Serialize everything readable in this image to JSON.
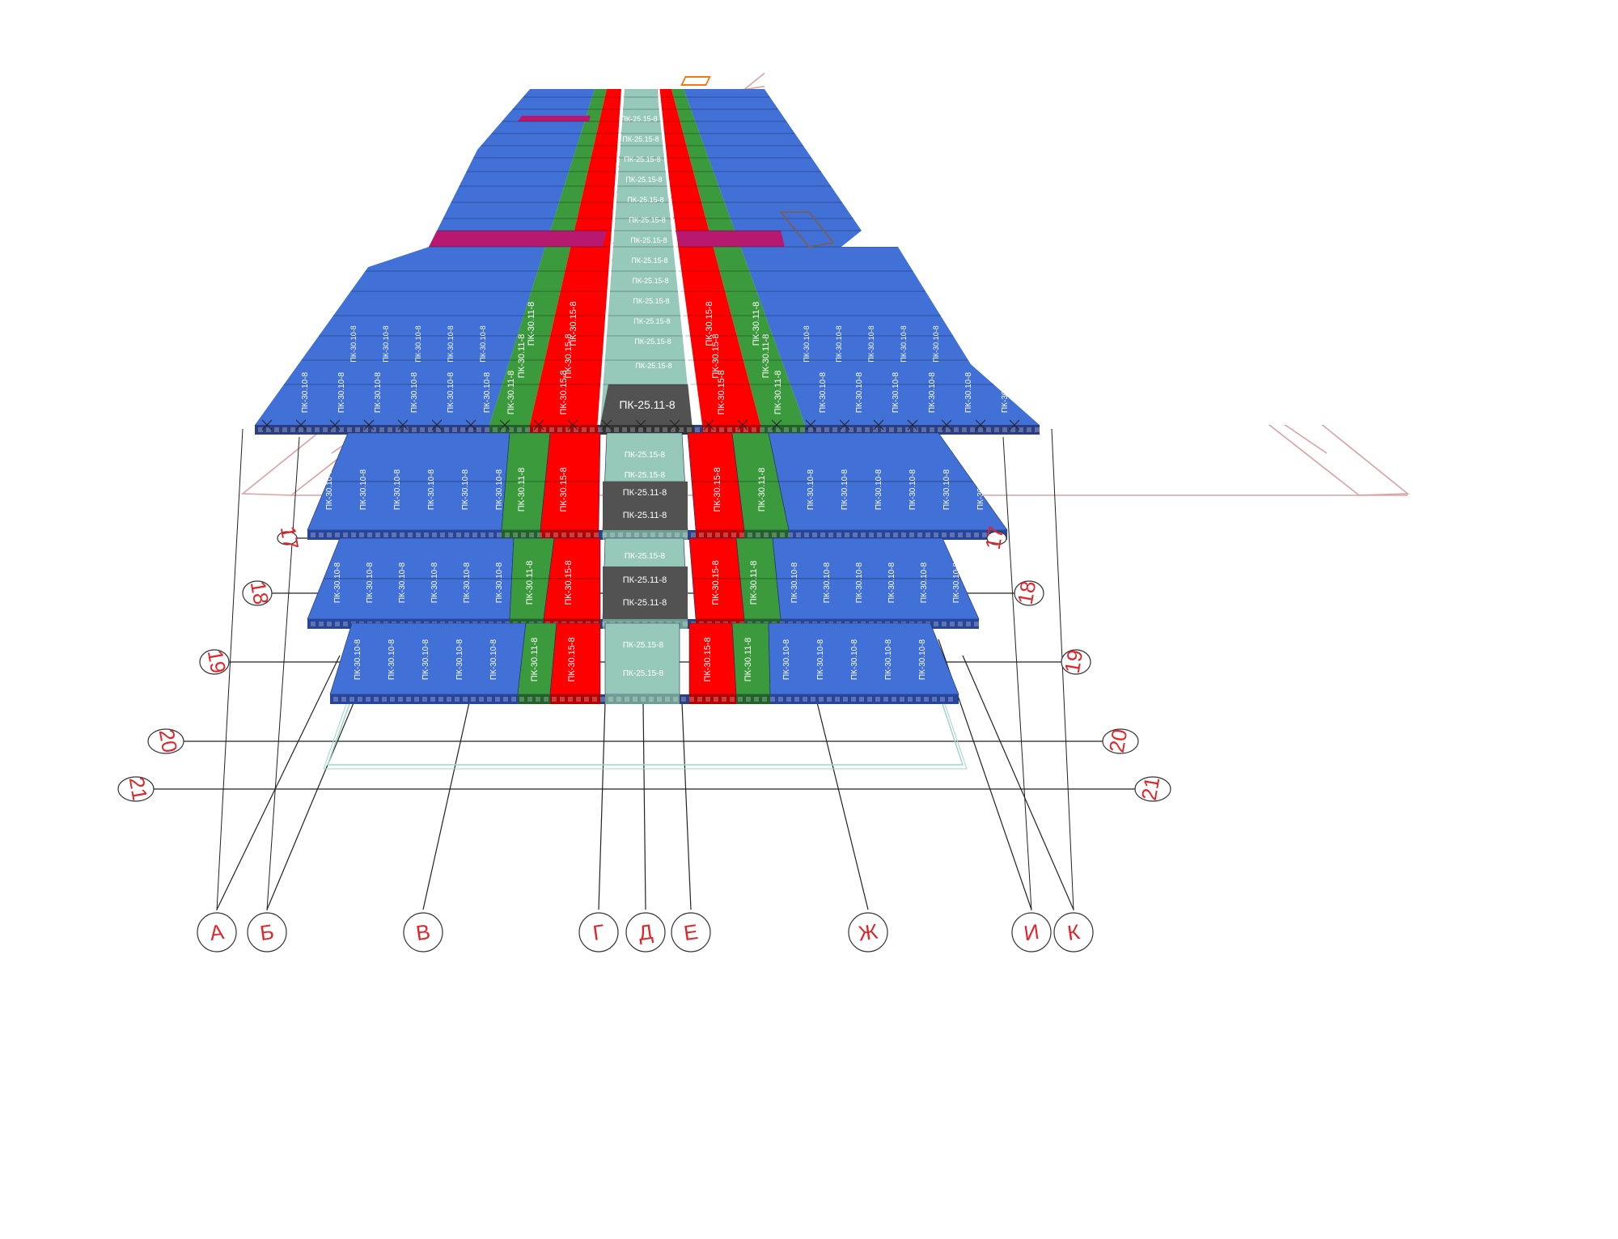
{
  "colors": {
    "blue": "#4170d6",
    "blue_dark": "#27459a",
    "red": "#ff0000",
    "red_dark": "#b30000",
    "green": "#3a9a3c",
    "green_dark": "#21612a",
    "teal": "#97c9bb",
    "gray": "#525252",
    "magenta": "#b81870",
    "bubble_text": "#e1262b",
    "roof_line": "#d9a3a3",
    "orange": "#f07a10"
  },
  "axes": {
    "letters": [
      {
        "label": "А"
      },
      {
        "label": "Б"
      },
      {
        "label": "В"
      },
      {
        "label": "Г"
      },
      {
        "label": "Д"
      },
      {
        "label": "Е"
      },
      {
        "label": "Ж"
      },
      {
        "label": "И"
      },
      {
        "label": "К"
      }
    ],
    "numbers": [
      {
        "label": "17"
      },
      {
        "label": "18"
      },
      {
        "label": "19"
      },
      {
        "label": "20"
      },
      {
        "label": "21"
      }
    ]
  },
  "slab_labels": {
    "corridor_teal": "ПК-25.15-8",
    "corridor_gray": "ПК-25.11-8",
    "red_strip": "ПК-30.15-8",
    "green_strip": "ПК-30.11-8",
    "blue_panel": "ПК-30.10-8"
  },
  "tiers": [
    {
      "name": "front",
      "corridor": [
        "teal",
        "teal"
      ]
    },
    {
      "name": "second",
      "corridor": [
        "teal",
        "gray"
      ]
    },
    {
      "name": "third",
      "corridor": [
        "teal",
        "teal",
        "gray",
        "gray"
      ]
    },
    {
      "name": "upper",
      "corridor": [
        "teal",
        "teal",
        "teal",
        "teal",
        "teal",
        "teal",
        "teal",
        "teal",
        "teal",
        "teal",
        "teal",
        "teal",
        "teal",
        "gray"
      ]
    }
  ]
}
